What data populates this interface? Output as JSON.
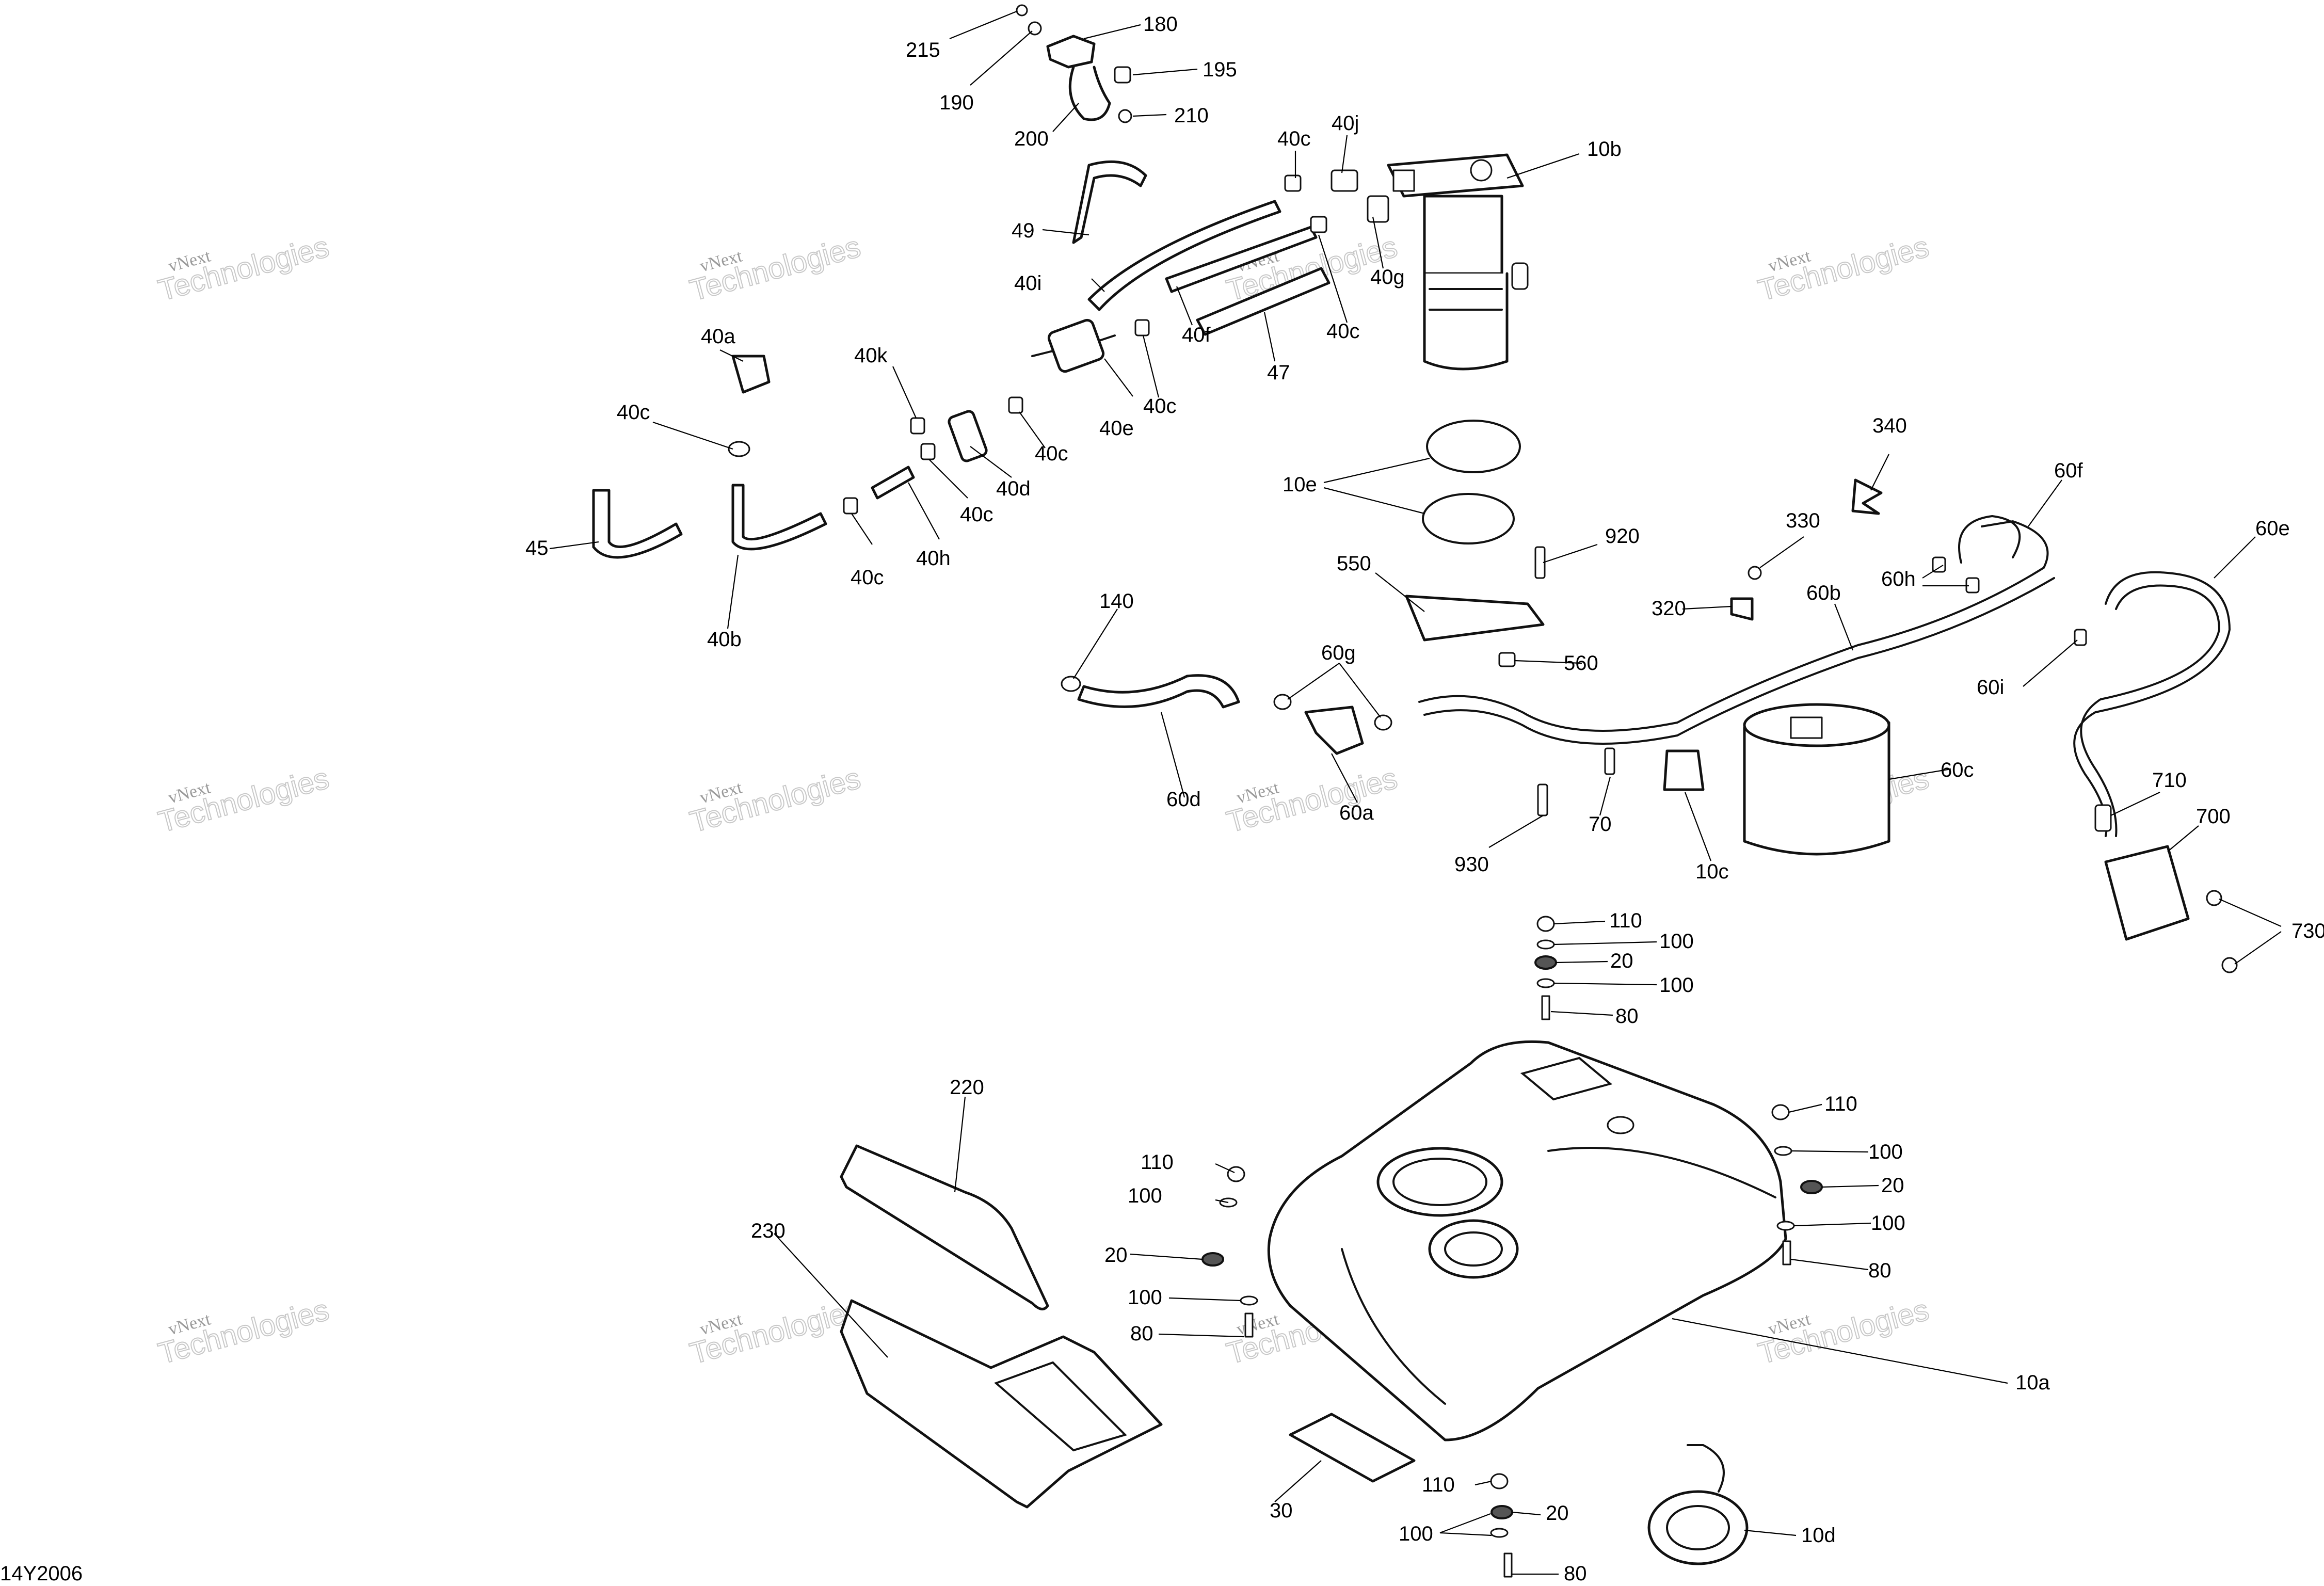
{
  "watermark": {
    "line1": "vNext",
    "line2": "Technologies",
    "small": "vNext Technologies"
  },
  "reference_code": "14Y2006",
  "callouts": [
    "215",
    "190",
    "180",
    "195",
    "200",
    "210",
    "49",
    "40c",
    "40j",
    "10b",
    "40i",
    "40g",
    "40f",
    "47",
    "40c",
    "40a",
    "40k",
    "40c",
    "40e",
    "40c",
    "40c",
    "40d",
    "40c",
    "45",
    "40h",
    "40c",
    "40b",
    "10e",
    "340",
    "330",
    "60f",
    "920",
    "60e",
    "550",
    "320",
    "60h",
    "60b",
    "140",
    "560",
    "60g",
    "60i",
    "60c",
    "60d",
    "60a",
    "70",
    "10c",
    "710",
    "930",
    "700",
    "730",
    "110",
    "100",
    "20",
    "100",
    "80",
    "220",
    "110",
    "110",
    "100",
    "100",
    "20",
    "20",
    "100",
    "80",
    "100",
    "80",
    "230",
    "10a",
    "110",
    "20",
    "30",
    "100",
    "10d",
    "80"
  ]
}
